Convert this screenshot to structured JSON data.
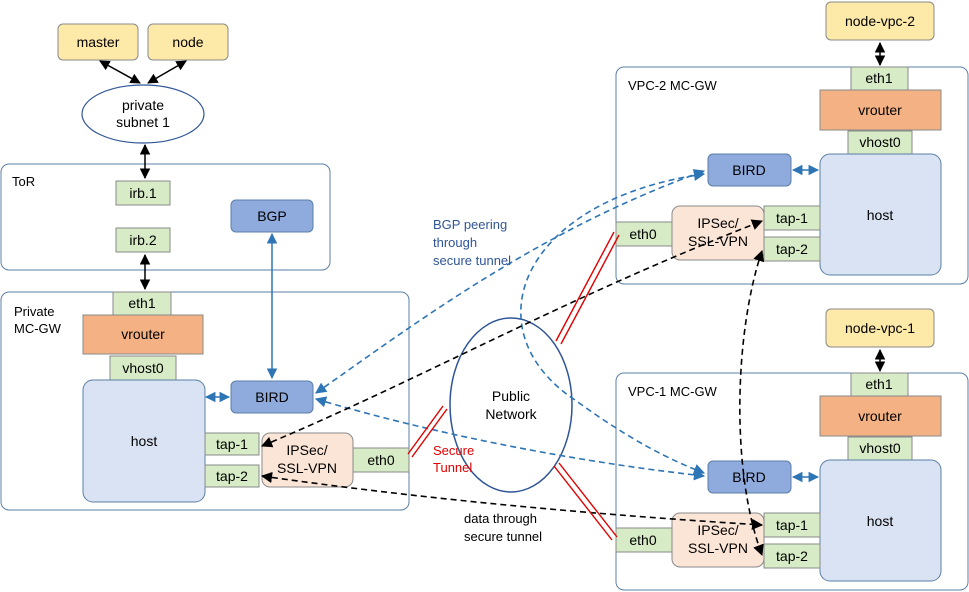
{
  "nodes": {
    "master": "master",
    "node": "node",
    "private_subnet": [
      "private",
      "subnet 1"
    ],
    "public_network": [
      "Public",
      "Network"
    ],
    "node_vpc_2": "node-vpc-2",
    "node_vpc_1": "node-vpc-1"
  },
  "tor": {
    "title": "ToR",
    "irb1": "irb.1",
    "irb2": "irb.2",
    "bgp": "BGP"
  },
  "private_gw": {
    "title": [
      "Private",
      "MC-GW"
    ],
    "eth1": "eth1",
    "vrouter": "vrouter",
    "vhost0": "vhost0",
    "host": "host",
    "bird": "BIRD",
    "tap1": "tap-1",
    "tap2": "tap-2",
    "ipsec": [
      "IPSec/",
      "SSL-VPN"
    ],
    "eth0": "eth0"
  },
  "vpc2_gw": {
    "title": "VPC-2 MC-GW",
    "eth1": "eth1",
    "vrouter": "vrouter",
    "vhost0": "vhost0",
    "host": "host",
    "bird": "BIRD",
    "tap1": "tap-1",
    "tap2": "tap-2",
    "ipsec": [
      "IPSec/",
      "SSL-VPN"
    ],
    "eth0": "eth0"
  },
  "vpc1_gw": {
    "title": "VPC-1 MC-GW",
    "eth1": "eth1",
    "vrouter": "vrouter",
    "vhost0": "vhost0",
    "host": "host",
    "bird": "BIRD",
    "tap1": "tap-1",
    "tap2": "tap-2",
    "ipsec": [
      "IPSec/",
      "SSL-VPN"
    ],
    "eth0": "eth0"
  },
  "labels": {
    "bgp_peering": [
      "BGP peering",
      "through",
      "secure tunnel"
    ],
    "secure_tunnel": [
      "Secure",
      "Tunnel"
    ],
    "data_tunnel": [
      "data through",
      "secure tunnel"
    ]
  },
  "colors": {
    "yellow": "#fde9a8",
    "green": "#d6ebc6",
    "orange": "#f4b183",
    "blue_box": "#8faadc",
    "host": "#dae3f3",
    "ipsec": "#fbe5d6",
    "panel_border": "#5b7fa6",
    "blue_line": "#2e75b6",
    "red_line": "#e00000"
  }
}
